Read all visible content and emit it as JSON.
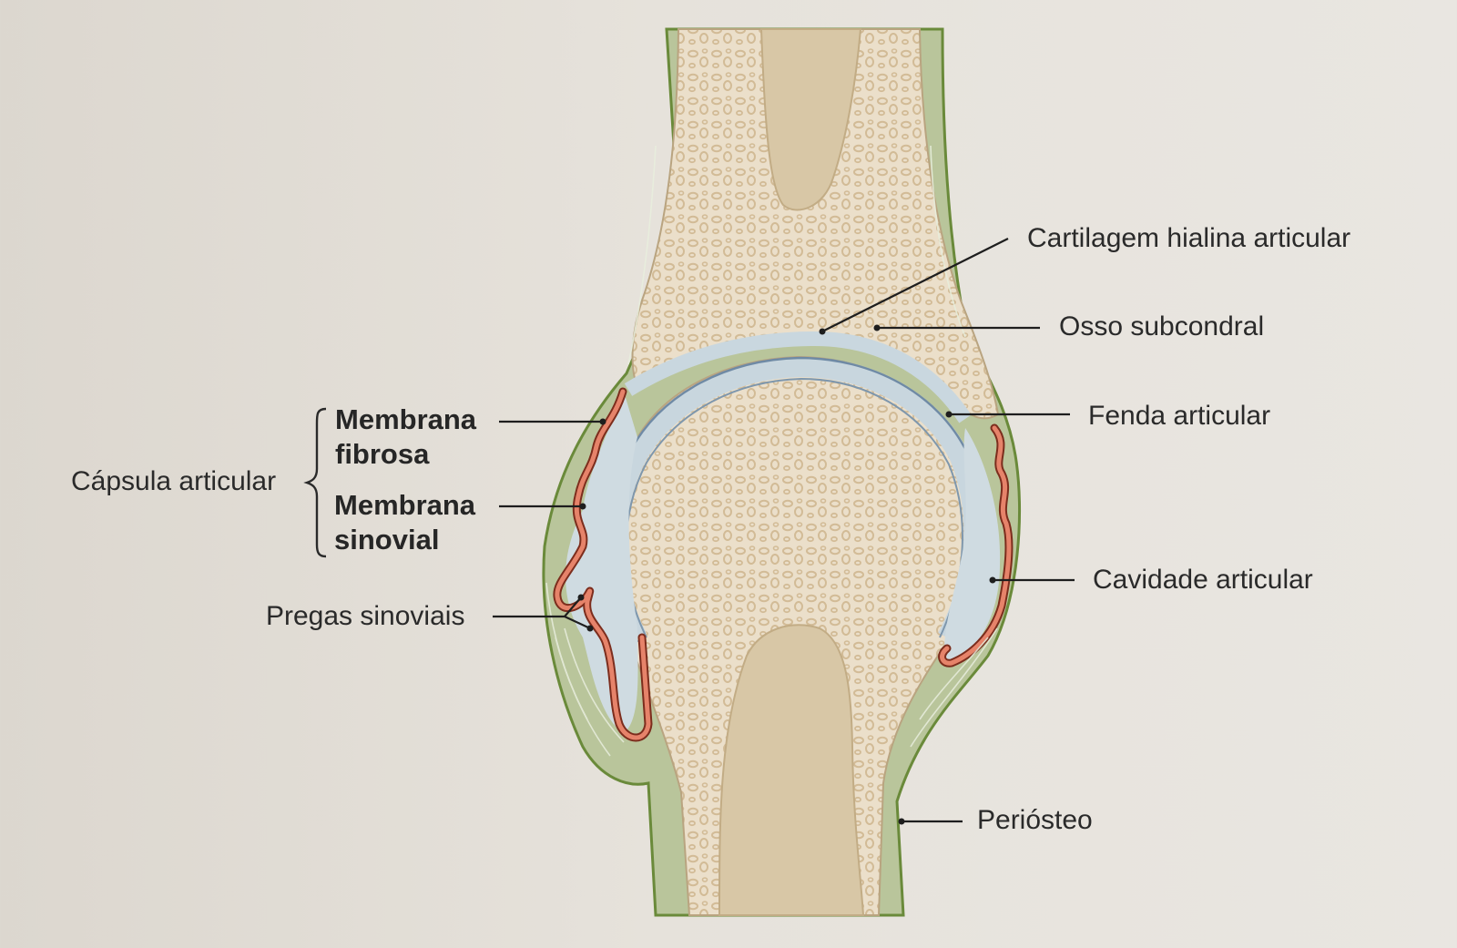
{
  "labels": {
    "cartilage": "Cartilagem hialina articular",
    "subchondral": "Osso subcondral",
    "cleft": "Fenda articular",
    "cavity": "Cavidade articular",
    "periosteum": "Periósteo",
    "capsule": "Cápsula articular",
    "fibrous_1": "Membrana",
    "fibrous_2": "fibrosa",
    "synovial_1": "Membrana",
    "synovial_2": "sinovial",
    "folds": "Pregas sinoviais"
  },
  "colors": {
    "background": "#e4e0d9",
    "bone": "#e9dcc6",
    "marrow": "#d9c8a8",
    "periosteum": "#b8c49a",
    "periosteum_edge": "#6f8a3c",
    "cartilage": "#c9d7de",
    "cartilage_edge": "#6f8aa1",
    "synovial": "#e07d65",
    "trabecula": "#d8c4a2"
  }
}
